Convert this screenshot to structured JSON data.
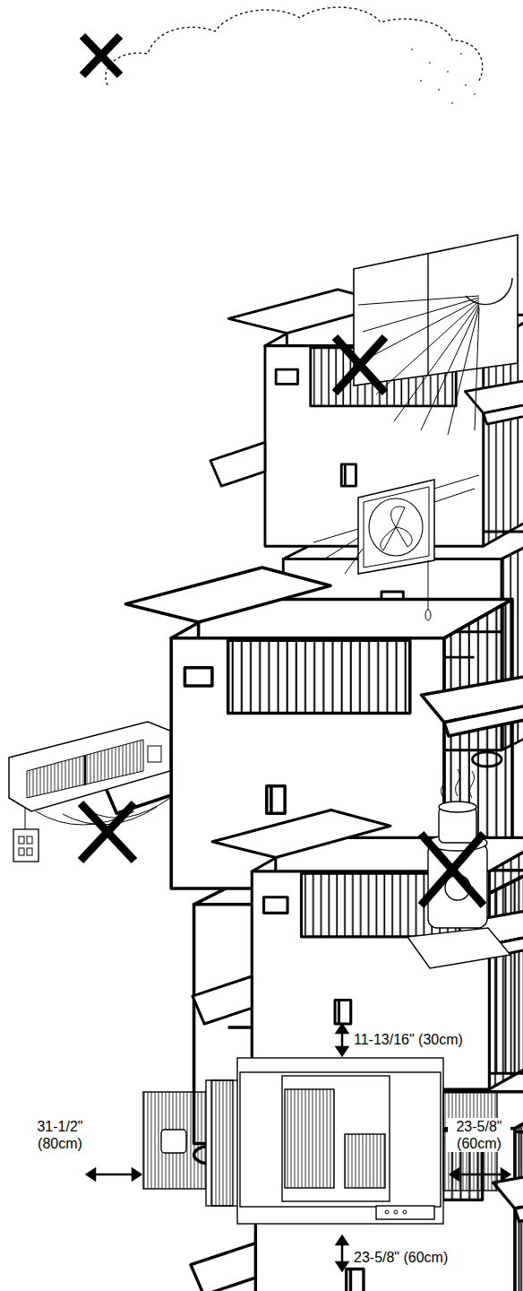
{
  "diagram": {
    "labels": [
      "11-13/16\" (30cm)",
      "31-1/2\" (80cm)",
      "23-5/8\" (60cm)",
      "23-5/8\" (60cm)"
    ]
  }
}
